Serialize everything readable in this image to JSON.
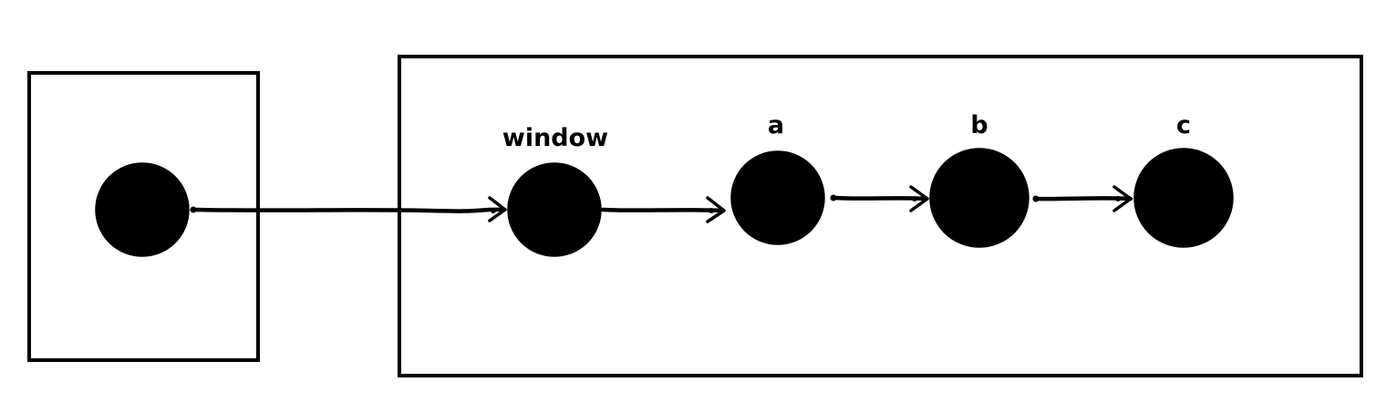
{
  "diagram": {
    "labels": {
      "window": "window",
      "a": "a",
      "b": "b",
      "c": "c"
    },
    "colors": {
      "stroke": "#000000",
      "node_fill": "#000000",
      "background": "#ffffff"
    },
    "nodes": [
      "stack-node",
      "window",
      "a",
      "b",
      "c"
    ],
    "edges": [
      {
        "from": "stack-node",
        "to": "window"
      },
      {
        "from": "window",
        "to": "a"
      },
      {
        "from": "a",
        "to": "b"
      },
      {
        "from": "b",
        "to": "c"
      }
    ]
  }
}
